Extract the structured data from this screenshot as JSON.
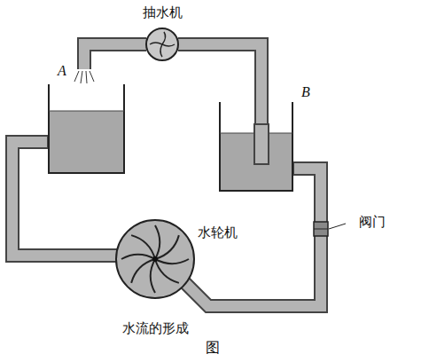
{
  "diagram": {
    "caption": "水流的形成",
    "labels": [
      "抽水机",
      "A",
      "B",
      "阀门",
      "水轮机",
      "图"
    ]
  }
}
